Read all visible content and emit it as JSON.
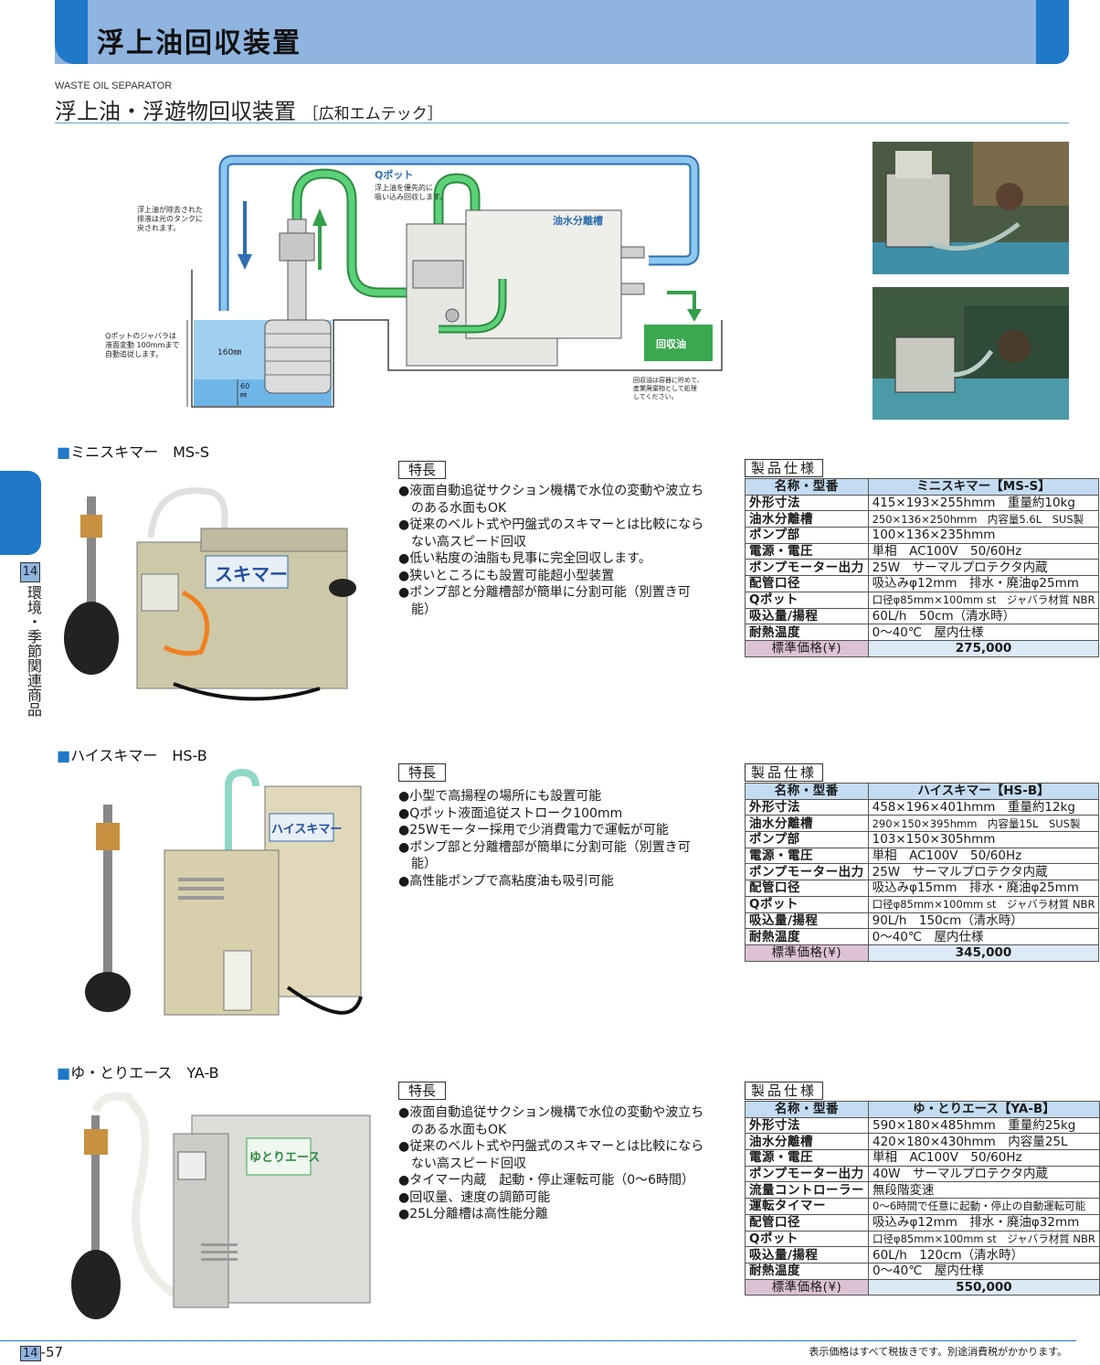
{
  "header": {
    "title": "浮上油回収装置",
    "english": "WASTE OIL SEPARATOR",
    "heading": "浮上油・浮遊物回収装置",
    "maker": "［広和エムテック］"
  },
  "side": {
    "number": "14",
    "label": "環境・季節関連商品"
  },
  "diagram": {
    "qpot_title": "Qポット",
    "qpot_note_1": "浮上油を優先的に",
    "qpot_note_2": "吸い込み回収します。",
    "return_note_1": "浮上油が除去された",
    "return_note_2": "排液は元のタンクに",
    "return_note_3": "戻されます。",
    "bellows_note_1": "Qポットのジャバラは",
    "bellows_note_2": "液面変動 100mmまで",
    "bellows_note_3": "自動追従します。",
    "dim_160": "160㎜",
    "dim_60": "60",
    "dim_mm": "㎜",
    "separator": "油水分離槽",
    "recovered": "回収油",
    "recovered_note_1": "回収油は容器に貯めて、",
    "recovered_note_2": "産業廃棄物として処理",
    "recovered_note_3": "してください。"
  },
  "labels": {
    "features": "特長",
    "specs": "製品仕様"
  },
  "products": [
    {
      "title": "ミニスキマー　MS-S",
      "badge": "スキマー",
      "features": [
        "液面自動追従サクション機構で水位の変動や波立ちのある水面もOK",
        "従来のベルト式や円盤式のスキマーとは比較にならない高スピード回収",
        "低い粘度の油脂も見事に完全回収します。",
        "狭いところにも設置可能超小型装置",
        "ポンプ部と分離槽部が簡単に分割可能（別置き可能）"
      ],
      "specs": [
        [
          "名称・型番",
          "ミニスキマー【MS-S】"
        ],
        [
          "外形寸法",
          "415×193×255hmm　重量約10kg"
        ],
        [
          "油水分離槽",
          "250×136×250hmm　内容量5.6L　SUS製"
        ],
        [
          "ポンプ部",
          "100×136×235hmm"
        ],
        [
          "電源・電圧",
          "単相　AC100V　50/60Hz"
        ],
        [
          "ポンプモーター出力",
          "25W　サーマルプロテクタ内蔵"
        ],
        [
          "配管口径",
          "吸込みφ12mm　排水・廃油φ25mm"
        ],
        [
          "Qポット",
          "口径φ85mm×100mm st　ジャバラ材質 NBR"
        ],
        [
          "吸込量/揚程",
          "60L/h　50cm（清水時）"
        ],
        [
          "耐熱温度",
          "0～40℃　屋内仕様"
        ],
        [
          "標準価格(¥)",
          "275,000"
        ]
      ]
    },
    {
      "title": "ハイスキマー　HS-B",
      "badge": "ハイスキマー",
      "features": [
        "小型で高揚程の場所にも設置可能",
        "Qポット液面追従ストローク100mm",
        "25Wモーター採用で少消費電力で運転が可能",
        "ポンプ部と分離槽部が簡単に分割可能（別置き可能）",
        "高性能ポンプで高粘度油も吸引可能"
      ],
      "specs": [
        [
          "名称・型番",
          "ハイスキマー【HS-B】"
        ],
        [
          "外形寸法",
          "458×196×401hmm　重量約12kg"
        ],
        [
          "油水分離槽",
          "290×150×395hmm　内容量15L　SUS製"
        ],
        [
          "ポンプ部",
          "103×150×305hmm"
        ],
        [
          "電源・電圧",
          "単相　AC100V　50/60Hz"
        ],
        [
          "ポンプモーター出力",
          "25W　サーマルプロテクタ内蔵"
        ],
        [
          "配管口径",
          "吸込みφ15mm　排水・廃油φ25mm"
        ],
        [
          "Qポット",
          "口径φ85mm×100mm st　ジャバラ材質 NBR"
        ],
        [
          "吸込量/揚程",
          "90L/h　150cm（清水時）"
        ],
        [
          "耐熱温度",
          "0～40℃　屋内仕様"
        ],
        [
          "標準価格(¥)",
          "345,000"
        ]
      ]
    },
    {
      "title": "ゆ・とりエース　YA-B",
      "badge": "ゆとりエース",
      "features": [
        "液面自動追従サクション機構で水位の変動や波立ちのある水面もOK",
        "従来のベルト式や円盤式のスキマーとは比較にならない高スピード回収",
        "タイマー内蔵　起動・停止運転可能（0～6時間）",
        "回収量、速度の調節可能",
        "25L分離槽は高性能分離"
      ],
      "specs": [
        [
          "名称・型番",
          "ゆ・とりエース【YA-B】"
        ],
        [
          "外形寸法",
          "590×180×485hmm　重量約25kg"
        ],
        [
          "油水分離槽",
          "420×180×430hmm　内容量25L"
        ],
        [
          "電源・電圧",
          "単相　AC100V　50/60Hz"
        ],
        [
          "ポンプモーター出力",
          "40W　サーマルプロテクタ内蔵"
        ],
        [
          "流量コントローラー",
          "無段階変速"
        ],
        [
          "運転タイマー",
          "0～6時間で任意に起動・停止の自動運転可能"
        ],
        [
          "配管口径",
          "吸込みφ12mm　排水・廃油φ32mm"
        ],
        [
          "Qポット",
          "口径φ85mm×100mm st　ジャバラ材質 NBR"
        ],
        [
          "吸込量/揚程",
          "60L/h　120cm（清水時）"
        ],
        [
          "耐熱温度",
          "0～40℃　屋内仕様"
        ],
        [
          "標準価格(¥)",
          "550,000"
        ]
      ]
    }
  ],
  "footer": {
    "page_chapter": "14",
    "page_suffix": "-57",
    "note": "表示価格はすべて税抜きです。別途消費税がかかります。"
  },
  "colors": {
    "accent": "#1f78c8",
    "banner": "#8fb4e0",
    "table_header": "#c3dcf2",
    "price_label": "#dcc2d4",
    "pipe_green": "#4cc06a",
    "pipe_blue": "#6fb6e8"
  }
}
